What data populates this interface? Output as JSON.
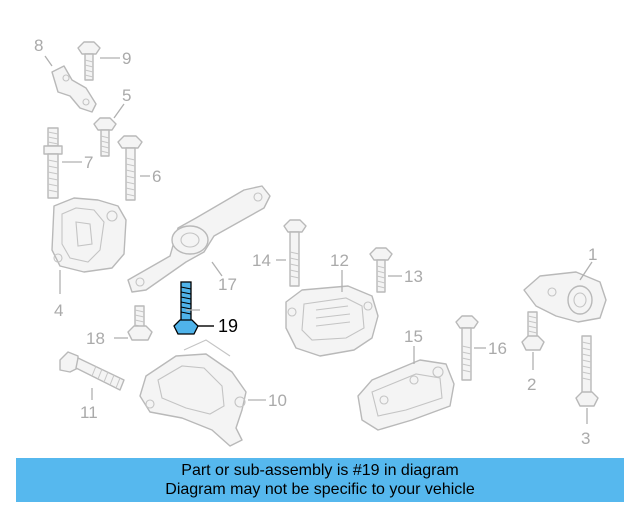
{
  "diagram": {
    "highlight_color": "#4fb3ea",
    "callouts": [
      {
        "id": "1",
        "label": "1"
      },
      {
        "id": "2",
        "label": "2"
      },
      {
        "id": "3",
        "label": "3"
      },
      {
        "id": "4",
        "label": "4"
      },
      {
        "id": "5",
        "label": "5"
      },
      {
        "id": "6",
        "label": "6"
      },
      {
        "id": "7",
        "label": "7"
      },
      {
        "id": "8",
        "label": "8"
      },
      {
        "id": "9",
        "label": "9"
      },
      {
        "id": "10",
        "label": "10"
      },
      {
        "id": "11",
        "label": "11"
      },
      {
        "id": "12",
        "label": "12"
      },
      {
        "id": "13",
        "label": "13"
      },
      {
        "id": "14",
        "label": "14"
      },
      {
        "id": "15",
        "label": "15"
      },
      {
        "id": "16",
        "label": "16"
      },
      {
        "id": "17",
        "label": "17"
      },
      {
        "id": "18",
        "label": "18"
      },
      {
        "id": "19",
        "label": "19",
        "highlighted": true
      }
    ]
  },
  "banner": {
    "background_color": "#56b8ee",
    "line1": "Part or sub-assembly is #19 in diagram",
    "line2": "Diagram may not be specific to your vehicle"
  }
}
